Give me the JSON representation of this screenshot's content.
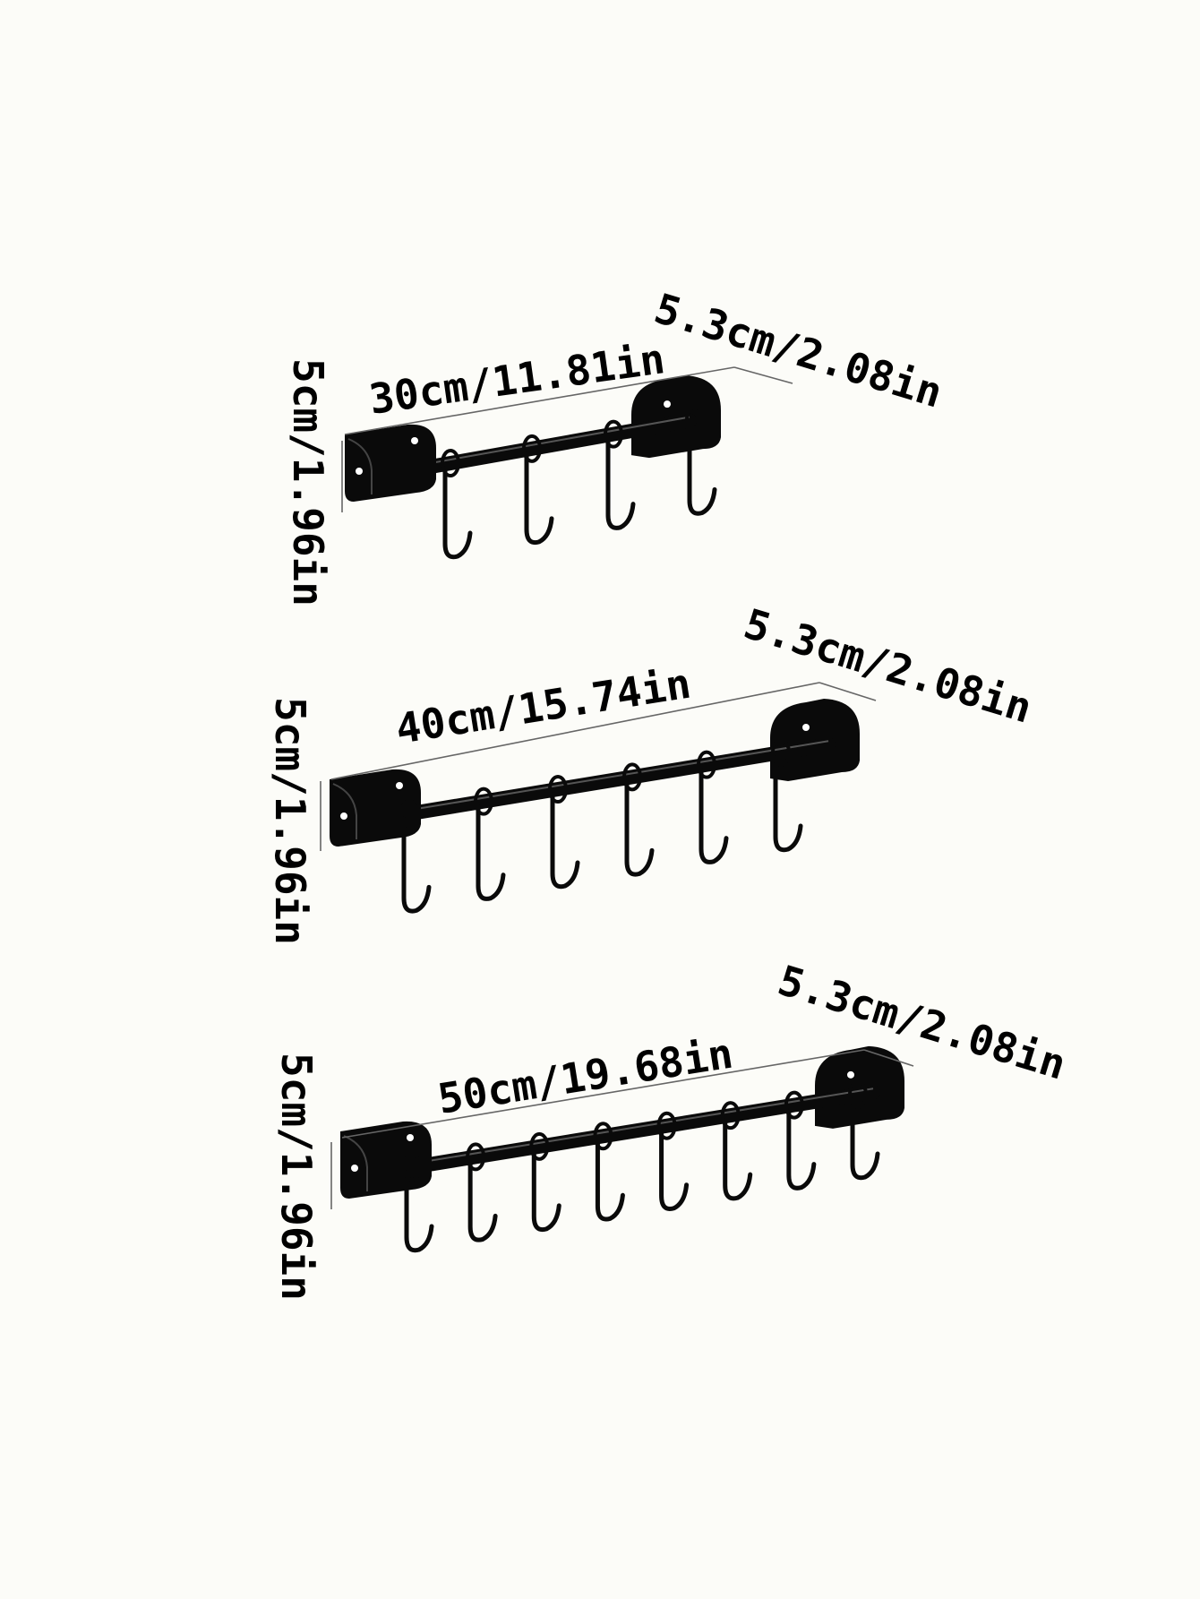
{
  "diagram": {
    "colors": {
      "background": "#fcfcf8",
      "product": "#0a0a0a",
      "dimension_line": "#666666",
      "text": "#000000"
    },
    "racks": [
      {
        "length_label": "30cm/11.81in",
        "depth_label": "5.3cm/2.08in",
        "height_label": "5cm/1.96in",
        "hook_count": 4
      },
      {
        "length_label": "40cm/15.74in",
        "depth_label": "5.3cm/2.08in",
        "height_label": "5cm/1.96in",
        "hook_count": 6
      },
      {
        "length_label": "50cm/19.68in",
        "depth_label": "5.3cm/2.08in",
        "height_label": "5cm/1.96in",
        "hook_count": 8
      }
    ]
  }
}
